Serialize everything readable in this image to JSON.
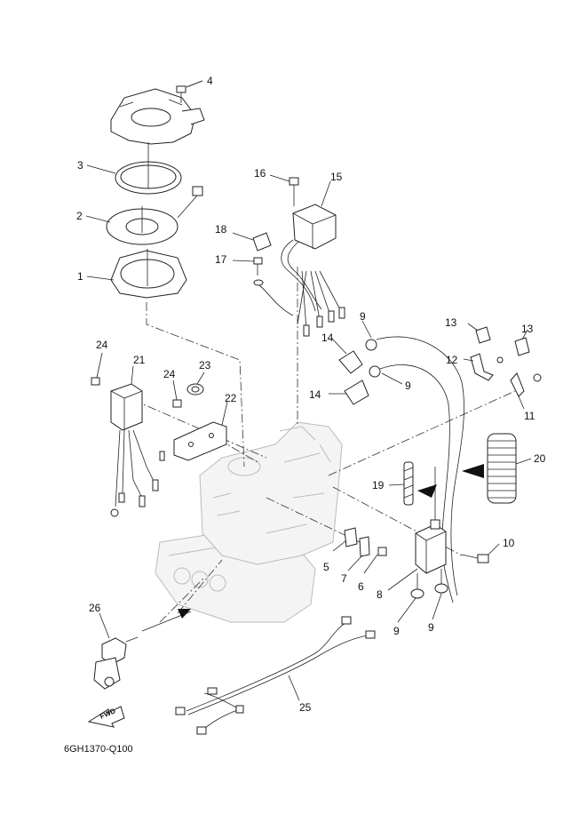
{
  "diagram": {
    "code": "6GH1370-Q100",
    "fwd_label": "FWD",
    "callouts": {
      "c1": "1",
      "c2": "2",
      "c3": "3",
      "c4": "4",
      "c5": "5",
      "c6": "6",
      "c7": "7",
      "c8": "8",
      "c9a": "9",
      "c9b": "9",
      "c9c": "9",
      "c9d": "9",
      "c10": "10",
      "c11": "11",
      "c12": "12",
      "c13a": "13",
      "c13b": "13",
      "c14a": "14",
      "c14b": "14",
      "c15": "15",
      "c16": "16",
      "c17": "17",
      "c18": "18",
      "c19": "19",
      "c20": "20",
      "c21": "21",
      "c22": "22",
      "c23": "23",
      "c24a": "24",
      "c24b": "24",
      "c25": "25",
      "c26": "26"
    }
  }
}
